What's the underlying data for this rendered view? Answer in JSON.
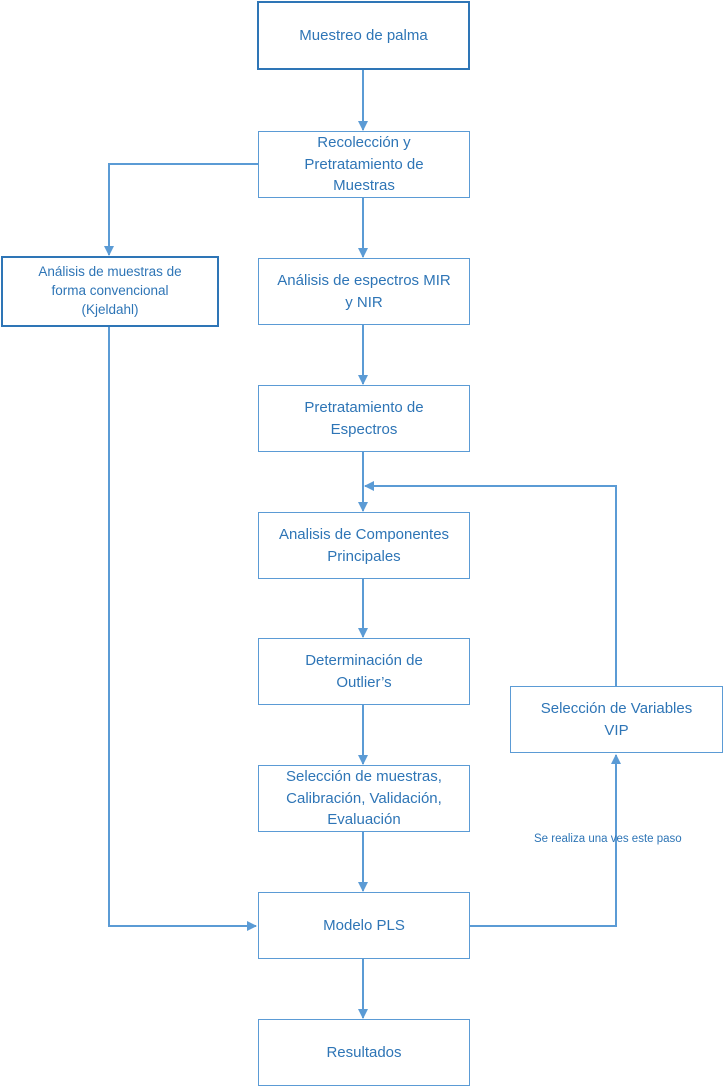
{
  "colors": {
    "stroke": "#5b9bd5",
    "text": "#2e75b6",
    "border_strong": "#2e75b6"
  },
  "nodes": {
    "muestreo": "Muestreo de palma",
    "recoleccion": "Recolección y\nPretratamiento de\nMuestras",
    "kjeldahl": "Análisis de muestras de\nforma convencional\n(Kjeldahl)",
    "espectros": "Análisis de espectros MIR\ny NIR",
    "pretratamiento": "Pretratamiento de\nEspectros",
    "componentes": "Analisis de Componentes\nPrincipales",
    "outliers": "Determinación de\nOutlier’s",
    "seleccion_muestras": "Selección de muestras,\nCalibración, Validación,\nEvaluación",
    "pls": "Modelo PLS",
    "resultados": "Resultados",
    "vip": "Selección de Variables\nVIP"
  },
  "note": "Se realiza una ves este paso"
}
